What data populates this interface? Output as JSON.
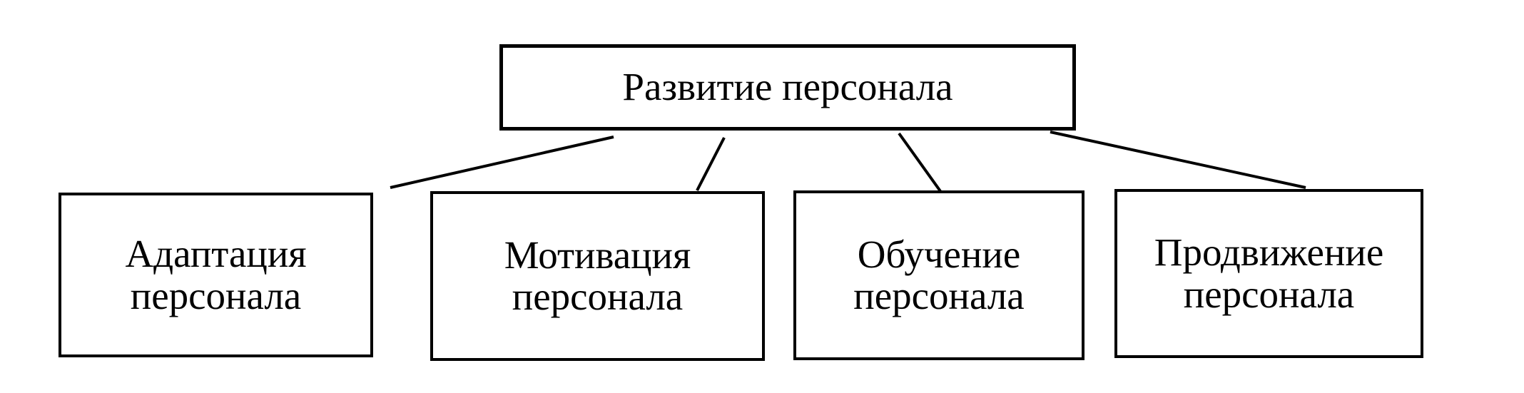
{
  "diagram": {
    "type": "hierarchy",
    "background_color": "#ffffff",
    "box_border_color": "#000000",
    "box_fill_color": "#ffffff",
    "text_color": "#000000",
    "root": {
      "label": "Развитие персонала"
    },
    "children": [
      {
        "label": "Адаптация персонала"
      },
      {
        "label": "Мотивация персонала"
      },
      {
        "label": "Обучение персонала"
      },
      {
        "label": "Продвижение персонала"
      }
    ],
    "edges": [
      {
        "from": "Развитие персонала",
        "to": "Адаптация персонала"
      },
      {
        "from": "Развитие персонала",
        "to": "Мотивация персонала"
      },
      {
        "from": "Развитие персонала",
        "to": "Обучение персонала"
      },
      {
        "from": "Развитие персонала",
        "to": "Продвижение персонала"
      }
    ]
  }
}
